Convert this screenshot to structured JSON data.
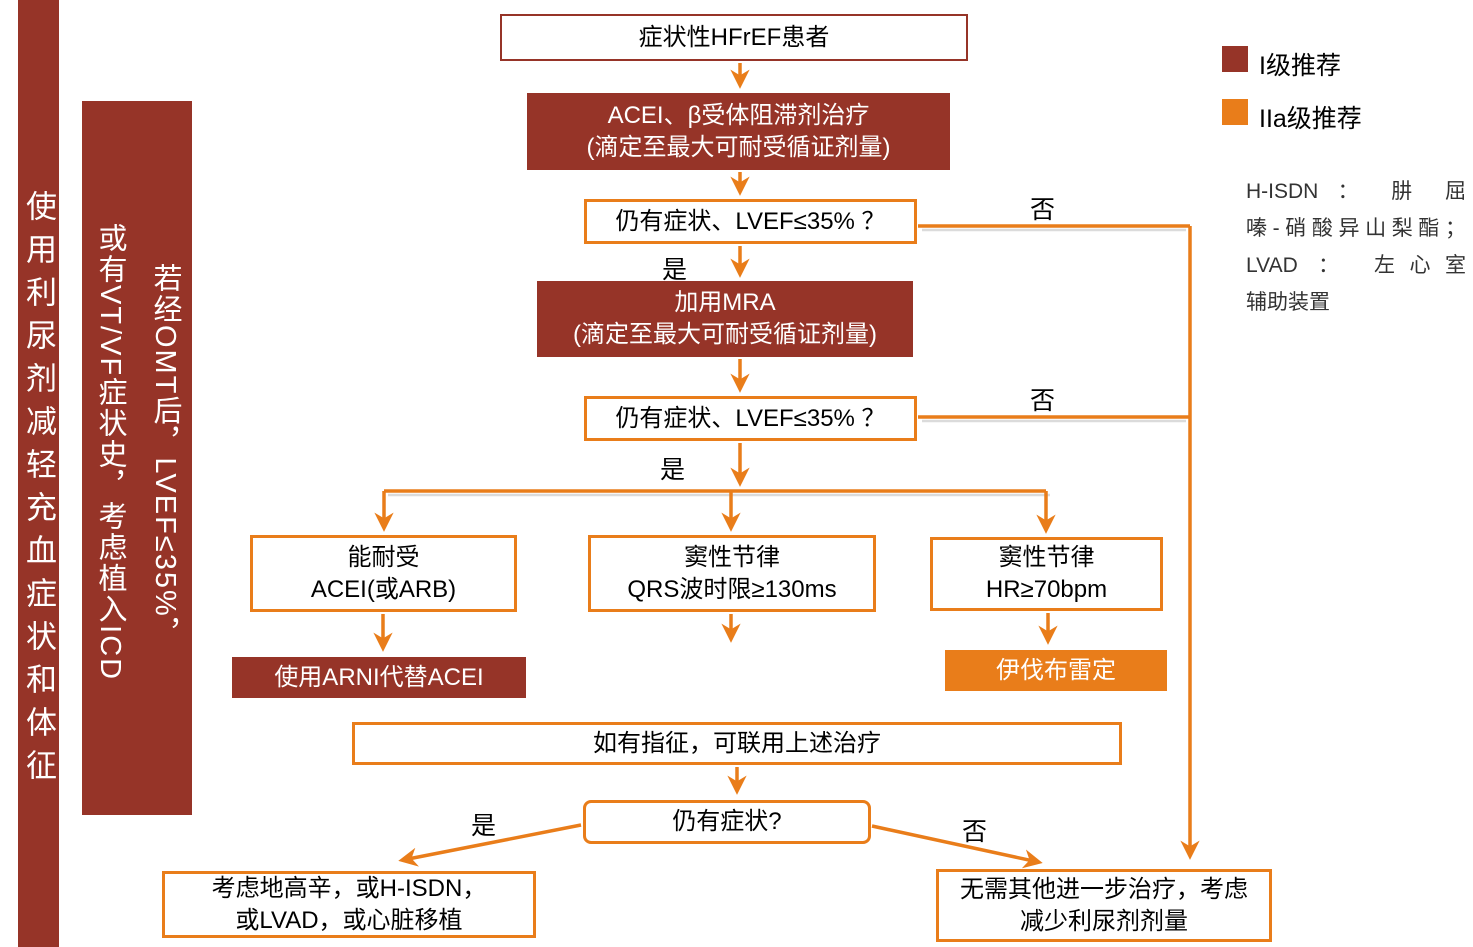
{
  "colors": {
    "brand_red": "#963428",
    "accent_orange": "#E97D1A"
  },
  "left_bars": {
    "bar1_text": "使用利尿剂减轻充血症状和体征",
    "bar2_line1": "若经OMT后，LVEF≤35%，",
    "bar2_line2": "或有VT/VF症状史，考虑植入ICD"
  },
  "legend": {
    "items": [
      {
        "label": "I级推荐",
        "color": "#963428"
      },
      {
        "label": "IIa级推荐",
        "color": "#E97D1A"
      }
    ]
  },
  "abbreviation_note": {
    "lines": [
      "H-ISDN ： 肼 屈",
      "嗪-硝酸异山梨酯；",
      "LVAD ： 左心室",
      "辅助装置"
    ]
  },
  "flow": {
    "start_box": "症状性HFrEF患者",
    "acei_box": "ACEI、β受体阻滞剂治疗\n(滴定至最大可耐受循证剂量)",
    "question1": "仍有症状、LVEF≤35% ？",
    "mra_box": "加用MRA\n(滴定至最大可耐受循证剂量)",
    "question2": "仍有症状、LVEF≤35% ？",
    "branch_left": "能耐受\nACEI(或ARB)",
    "branch_middle": "窦性节律\nQRS波时限≥130ms",
    "branch_right": "窦性节律\nHR≥70bpm",
    "arni_box": "使用ARNI代替ACEI",
    "ivabradine_box": "伊伐布雷定",
    "combine_box": "如有指征，可联用上述治疗",
    "question3": "仍有症状?",
    "final_left_box": "考虑地高辛，或H-ISDN，\n或LVAD，或心脏移植",
    "final_right_box": "无需其他进一步治疗，考虑\n减少利尿剂剂量",
    "yes_label": "是",
    "no_label": "否"
  }
}
